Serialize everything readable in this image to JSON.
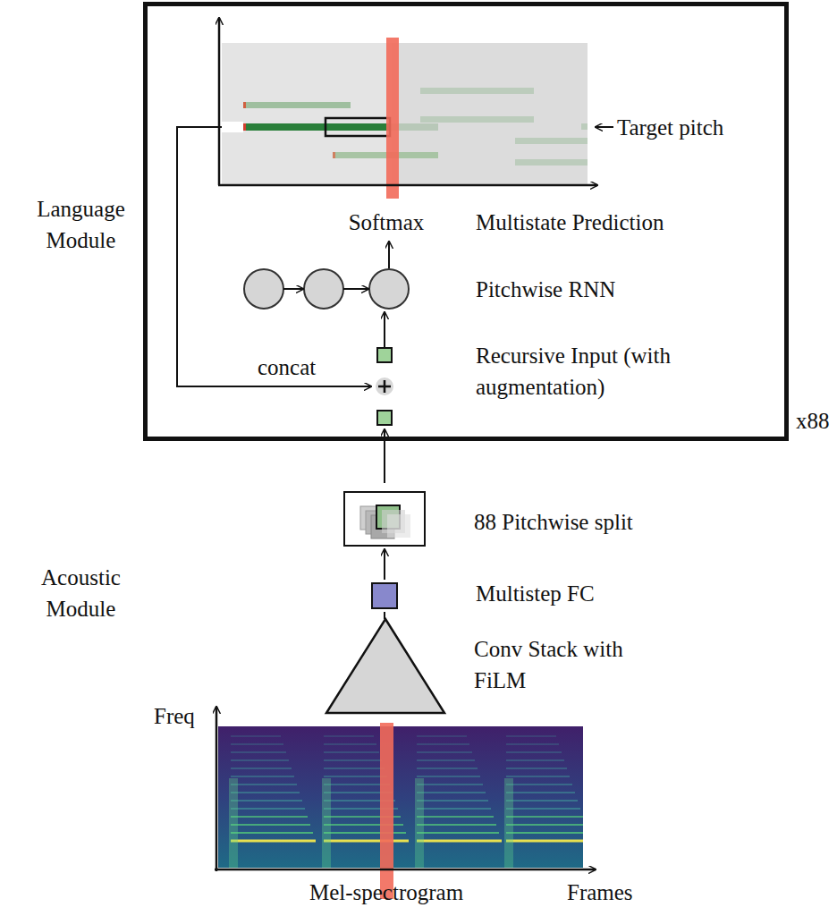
{
  "diagram": {
    "nodes": [
      {
        "text": [
          "Language Module",
          "x88"
        ]
      }
    ],
    "labels": [
      "Target pitch",
      "Softmax",
      "Multistate Prediction",
      "Pitchwise RNN",
      "concat",
      "Recursive Input (with augmentation)",
      "88 Pitchwise split",
      "Multistep FC",
      "Conv Stack with FiLM",
      "Freq",
      "Mel-spectrogram",
      "Frames",
      "Acoustic Module"
    ]
  }
}
